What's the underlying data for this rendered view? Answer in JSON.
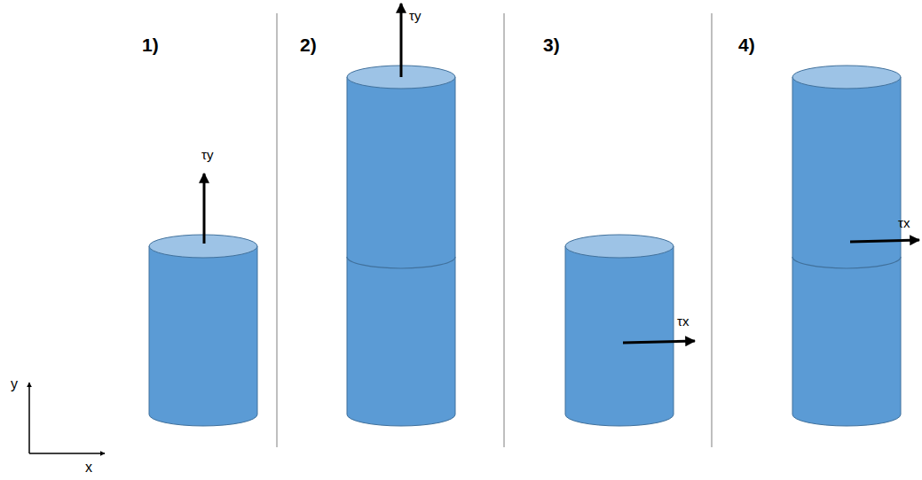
{
  "diagram": {
    "labels": [
      "1)",
      "2)",
      "3)",
      "4)",
      "τy",
      "τy",
      "τx",
      "τx",
      "y",
      "x"
    ]
  }
}
